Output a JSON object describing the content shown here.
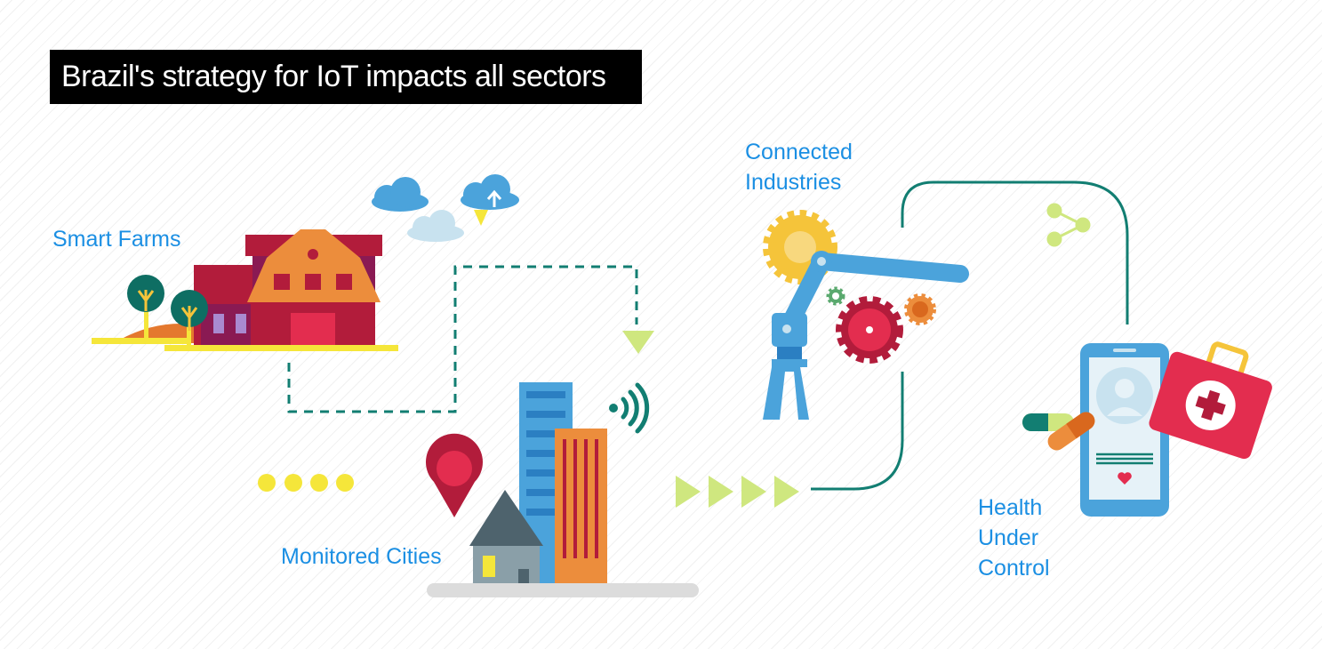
{
  "title": "Brazil's strategy for IoT impacts all sectors",
  "labels": {
    "smart_farms": "Smart Farms",
    "monitored_cities": "Monitored Cities",
    "connected_industries": [
      "Connected",
      "Industries"
    ],
    "health_under_control": [
      "Health",
      "Under",
      "Control"
    ]
  },
  "colors": {
    "label_blue": "#1b8fe3",
    "connector_green": "#127e72",
    "accent_yellow": "#f5e63a",
    "arrow_green": "#cfe77f",
    "crimson": "#b21c3b",
    "orange": "#ec8d3c",
    "sky_blue": "#4ba3db"
  }
}
